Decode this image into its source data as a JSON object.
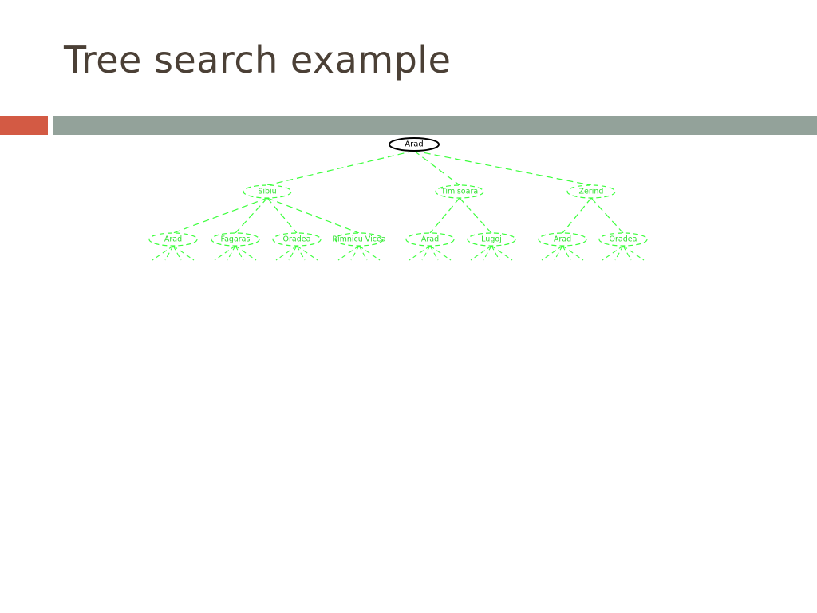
{
  "slide": {
    "title": "Tree search example",
    "accent_color": "#d35a44",
    "bar_color": "#93a29a"
  },
  "tree": {
    "edge_color": "#3cff3c",
    "root": {
      "label": "Arad",
      "state": "expanded"
    },
    "level1": [
      {
        "label": "Sibiu",
        "state": "frontier"
      },
      {
        "label": "Timisoara",
        "state": "frontier"
      },
      {
        "label": "Zerind",
        "state": "frontier"
      }
    ],
    "level2": [
      {
        "label": "Arad",
        "parent": "Sibiu"
      },
      {
        "label": "Fagaras",
        "parent": "Sibiu"
      },
      {
        "label": "Oradea",
        "parent": "Sibiu"
      },
      {
        "label": "Rimnicu Vicea",
        "parent": "Sibiu"
      },
      {
        "label": "Arad",
        "parent": "Timisoara"
      },
      {
        "label": "Lugoj",
        "parent": "Timisoara"
      },
      {
        "label": "Arad",
        "parent": "Zerind"
      },
      {
        "label": "Oradea",
        "parent": "Zerind"
      }
    ]
  }
}
